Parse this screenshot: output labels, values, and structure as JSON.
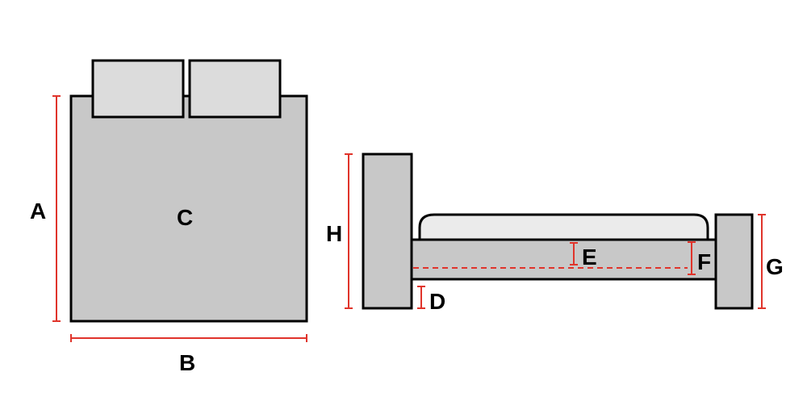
{
  "labels": {
    "a": "A",
    "b": "B",
    "c": "C",
    "d": "D",
    "e": "E",
    "f": "F",
    "g": "G",
    "h": "H"
  },
  "colors": {
    "body_fill": "#c8c8c8",
    "pillow_fill": "#dcdcdc",
    "mattress_fill": "#ebebeb",
    "outline": "#000000",
    "dimension_line": "#e0342b",
    "background": "#ffffff"
  }
}
